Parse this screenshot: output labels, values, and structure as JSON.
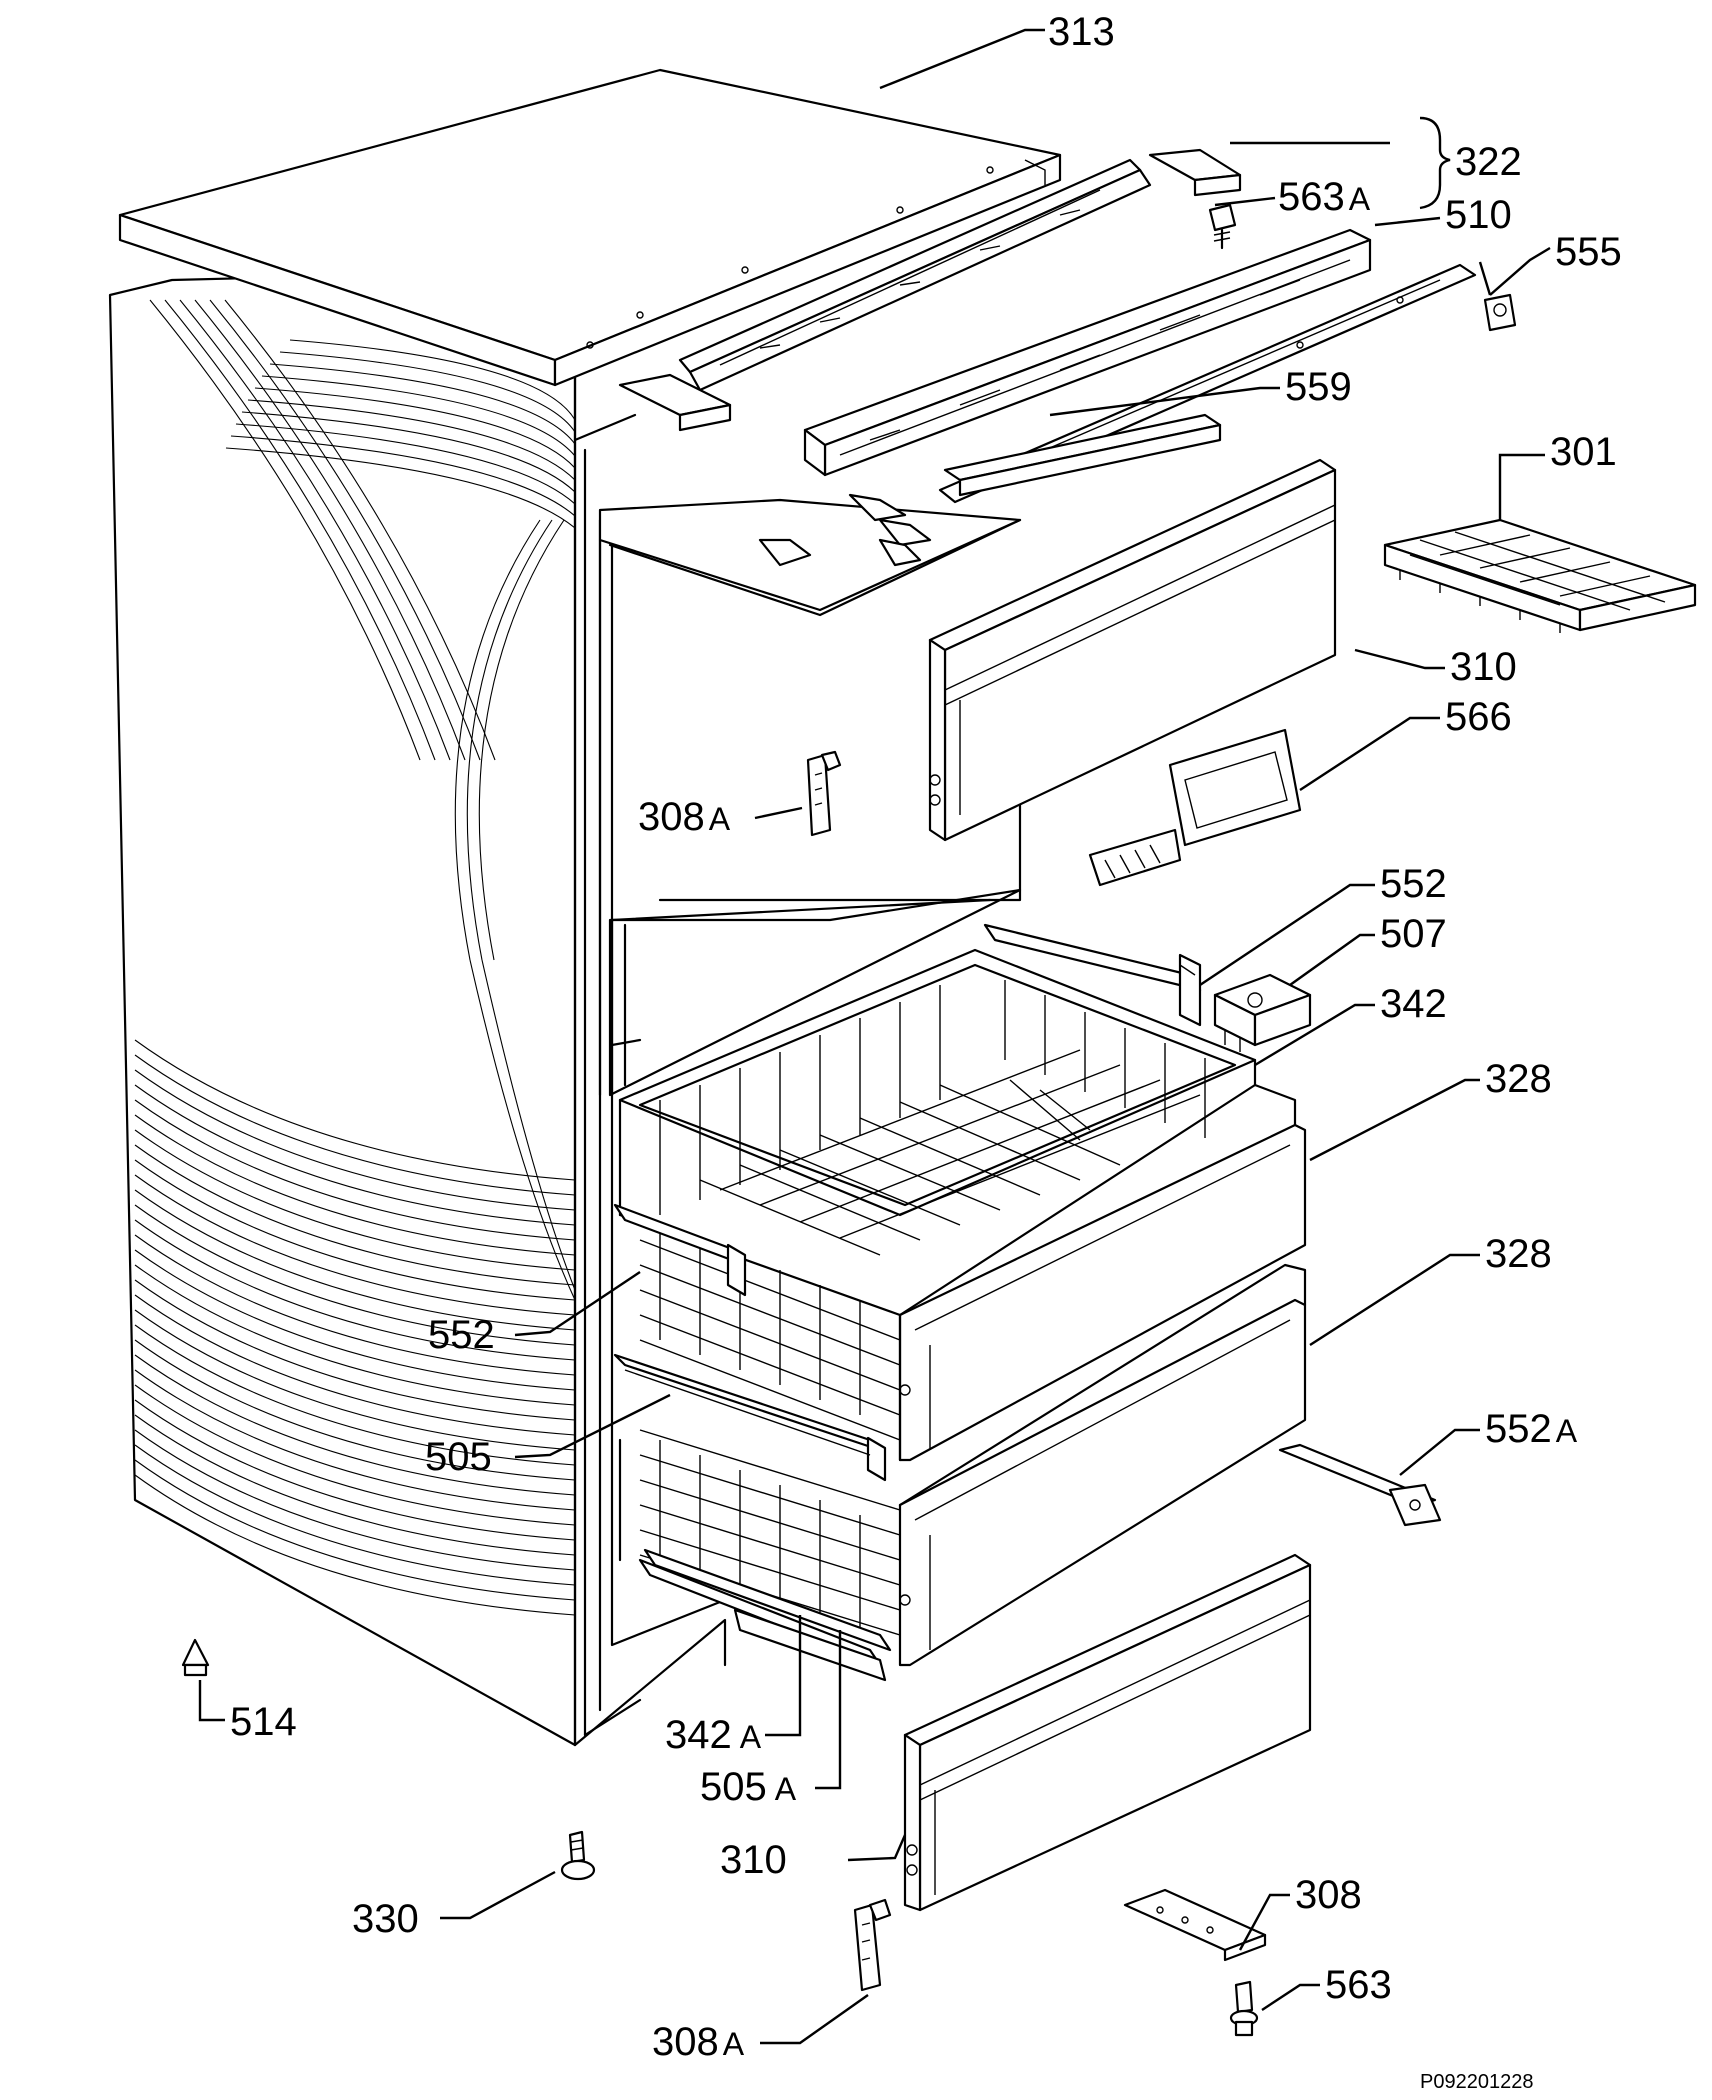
{
  "parts": [
    {
      "id": "p313",
      "number": "313",
      "suffix": ""
    },
    {
      "id": "p322",
      "number": "322",
      "suffix": ""
    },
    {
      "id": "p563a",
      "number": "563",
      "suffix": "A"
    },
    {
      "id": "p510",
      "number": "510",
      "suffix": ""
    },
    {
      "id": "p555",
      "number": "555",
      "suffix": ""
    },
    {
      "id": "p559",
      "number": "559",
      "suffix": ""
    },
    {
      "id": "p301",
      "number": "301",
      "suffix": ""
    },
    {
      "id": "p310a",
      "number": "310",
      "suffix": ""
    },
    {
      "id": "p566",
      "number": "566",
      "suffix": ""
    },
    {
      "id": "p308a1",
      "number": "308",
      "suffix": "A"
    },
    {
      "id": "p552a",
      "number": "552",
      "suffix": ""
    },
    {
      "id": "p507",
      "number": "507",
      "suffix": ""
    },
    {
      "id": "p342",
      "number": "342",
      "suffix": ""
    },
    {
      "id": "p328a",
      "number": "328",
      "suffix": ""
    },
    {
      "id": "p328b",
      "number": "328",
      "suffix": ""
    },
    {
      "id": "p552b",
      "number": "552",
      "suffix": ""
    },
    {
      "id": "p505",
      "number": "505",
      "suffix": ""
    },
    {
      "id": "p552c",
      "number": "552",
      "suffix": "A"
    },
    {
      "id": "p514",
      "number": "514",
      "suffix": ""
    },
    {
      "id": "p342a",
      "number": "342",
      "suffix": "A"
    },
    {
      "id": "p505a",
      "number": "505",
      "suffix": "A"
    },
    {
      "id": "p310b",
      "number": "310",
      "suffix": ""
    },
    {
      "id": "p330",
      "number": "330",
      "suffix": ""
    },
    {
      "id": "p308",
      "number": "308",
      "suffix": ""
    },
    {
      "id": "p563",
      "number": "563",
      "suffix": ""
    },
    {
      "id": "p308a2",
      "number": "308",
      "suffix": "A"
    }
  ],
  "drawing_code": "P092201228"
}
